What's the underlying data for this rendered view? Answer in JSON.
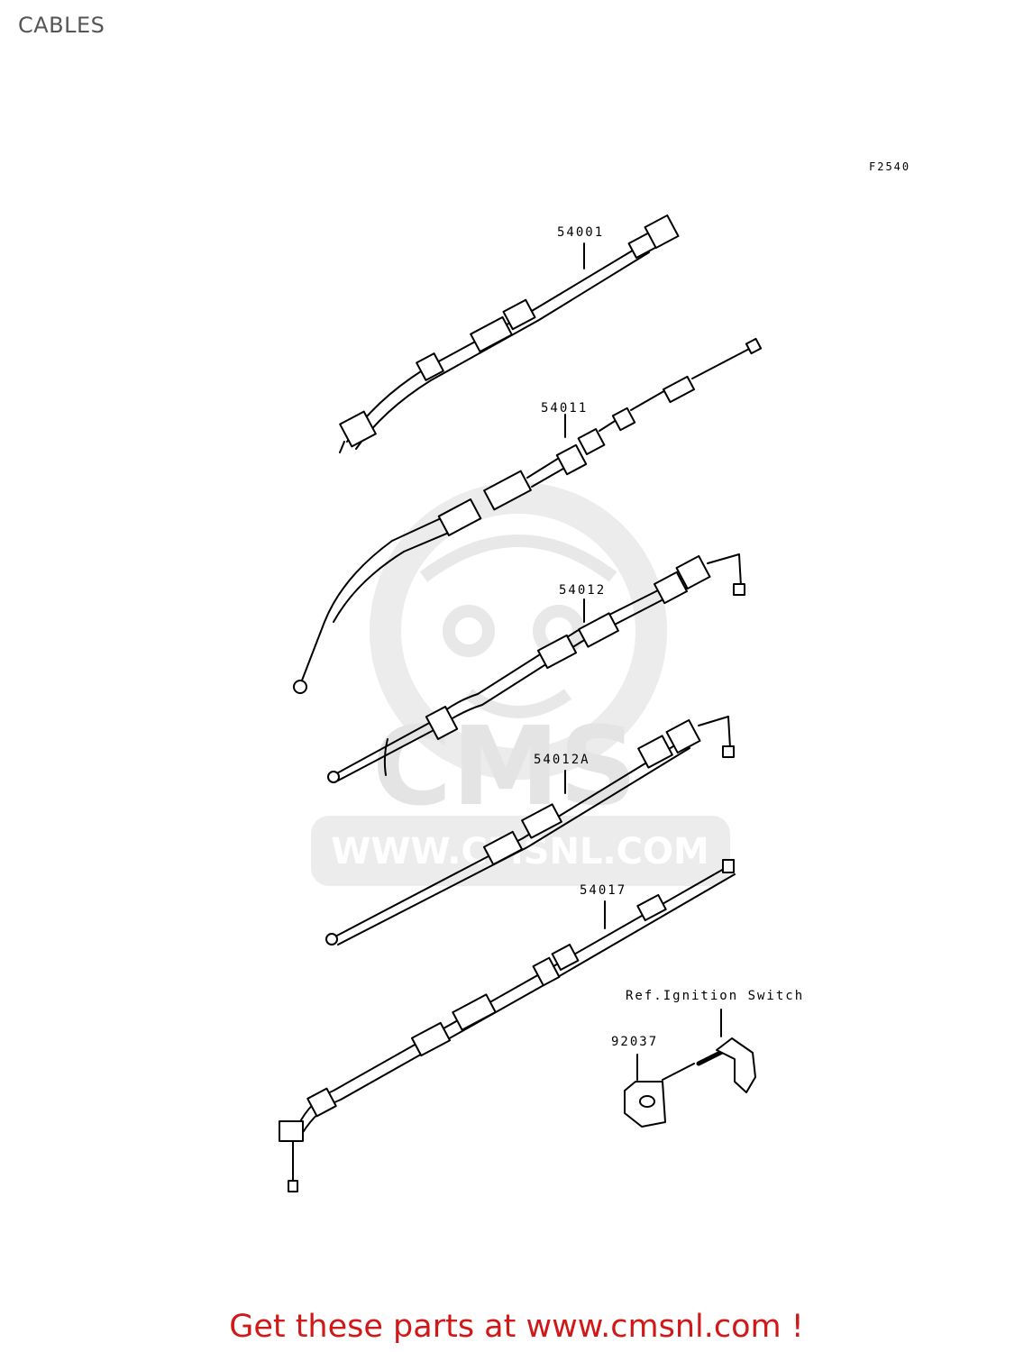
{
  "page": {
    "title": "CABLES",
    "figure_code": "F2540"
  },
  "parts": [
    {
      "id": "54001"
    },
    {
      "id": "54011"
    },
    {
      "id": "54012"
    },
    {
      "id": "54012A"
    },
    {
      "id": "54017"
    },
    {
      "id": "92037"
    }
  ],
  "reference_note": "Ref.Ignition Switch",
  "watermark": {
    "logo_text": "CMS",
    "url_text": "WWW.CMSNL.COM"
  },
  "footer": {
    "promo_text": "Get these parts at www.cmsnl.com !"
  },
  "colors": {
    "promo": "#d01818",
    "title": "#555555",
    "line_art": "#000000",
    "watermark": "#e6e6e6"
  }
}
